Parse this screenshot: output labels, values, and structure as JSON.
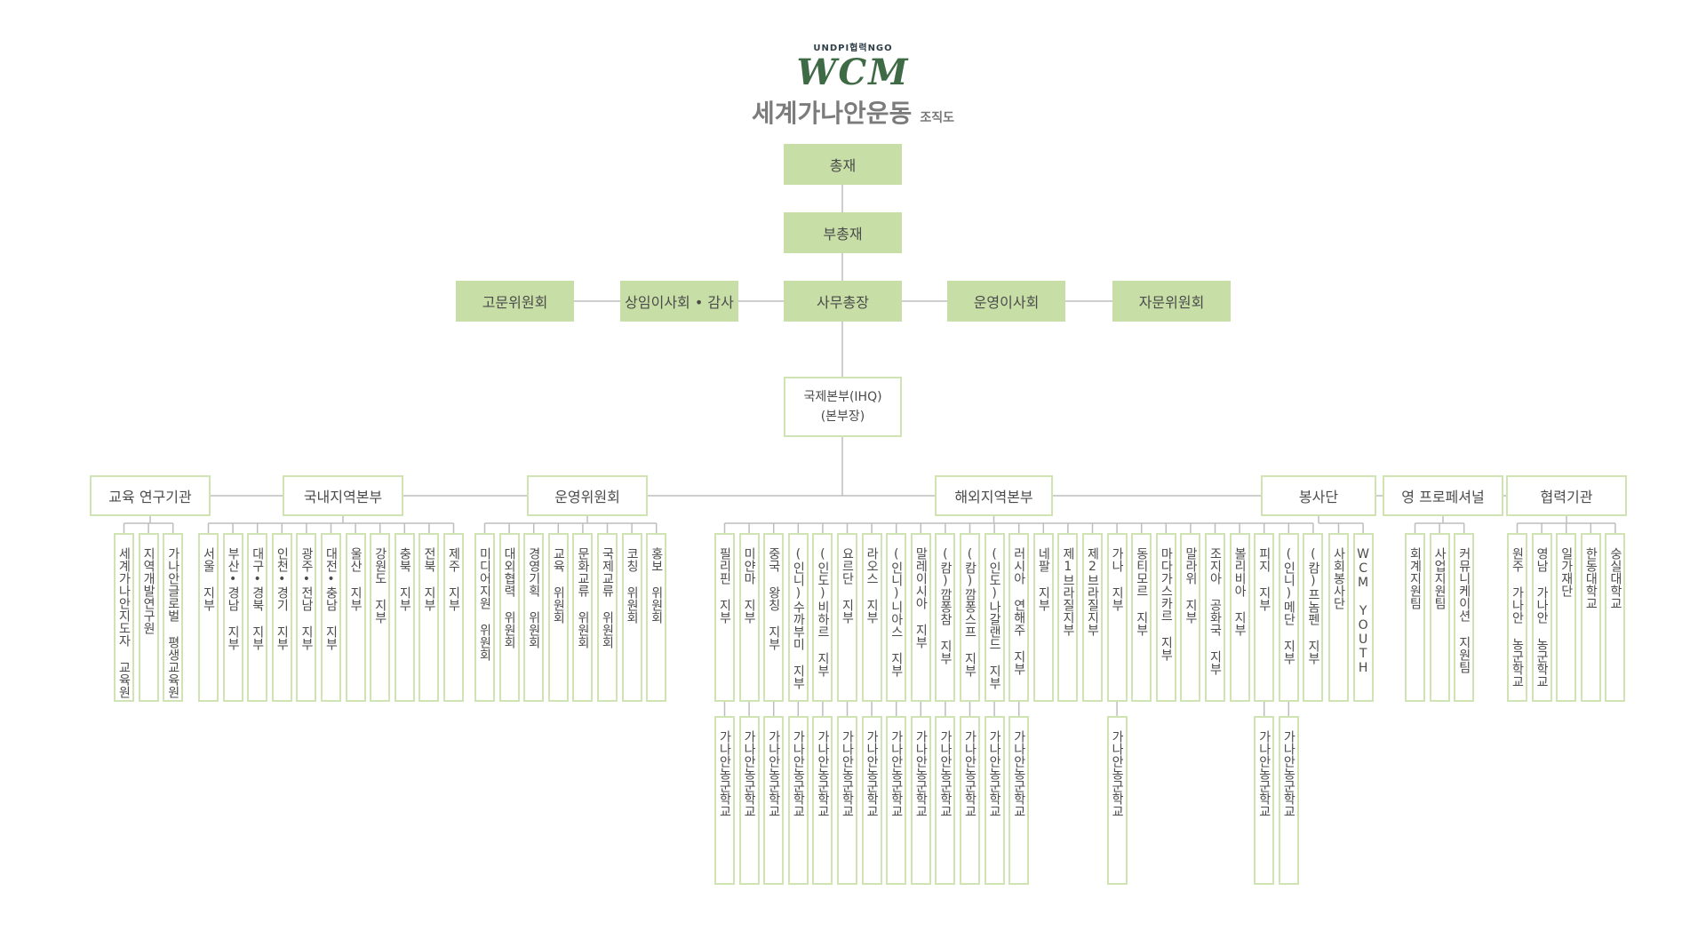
{
  "header": {
    "logo_top": "UNDPI협력NGO",
    "logo_main": "WCM",
    "title": "세계가나안운동",
    "subtitle": "조직도"
  },
  "top": {
    "chairman": "총재",
    "vice_chairman": "부총재",
    "secretary_general": "사무총장",
    "advisory_committee": "고문위원회",
    "standing_board": "상임이사회 • 감사",
    "operating_board": "운영이사회",
    "consulting_committee": "자문위원회",
    "ihq_line1": "국제본부(IHQ)",
    "ihq_line2": "(본부장)"
  },
  "groups": [
    {
      "label": "교육 연구기관",
      "children": [
        "세계가나안지도자 교육원",
        "지역개발연구원",
        "가나안글로벌 평생교육원"
      ]
    },
    {
      "label": "국내지역본부",
      "children": [
        "서울 지부",
        "부산•경남 지부",
        "대구•경북 지부",
        "인천•경기 지부",
        "광주•전남 지부",
        "대전•충남 지부",
        "울산 지부",
        "강원도 지부",
        "충북 지부",
        "전북 지부",
        "제주 지부"
      ]
    },
    {
      "label": "운영위원회",
      "children": [
        "미디어지원 위원회",
        "대외협력 위원회",
        "경영기획 위원회",
        "교육 위원회",
        "문화교류 위원회",
        "국제교류 위원회",
        "코칭 위원회",
        "홍보 위원회"
      ]
    },
    {
      "label": "해외지역본부",
      "children": [
        "필리핀 지부",
        "미얀마 지부",
        "중국 왕칭 지부",
        "(인니)수까부미 지부",
        "(인도)비하르 지부",
        "요르단 지부",
        "라오스 지부",
        "(인니)니아스 지부",
        "말레이시아 지부",
        "(캄)깜퐁참 지부",
        "(캄)깜퐁스프 지부",
        "(인도)나갈랜드 지부",
        "러시아 연해주 지부",
        "네팔 지부",
        "제1브라질지부",
        "제2브라질지부",
        "가나 지부",
        "동티모르 지부",
        "마다가스카르 지부",
        "말라위 지부",
        "조지아 공화국 지부",
        "볼리비아 지부",
        "피지 지부",
        "(인니)메단 지부",
        "(캄)프놈펜 지부"
      ]
    },
    {
      "label": "봉사단",
      "children": [
        "사회봉사단",
        "WCM YOUTH"
      ]
    },
    {
      "label": "영 프로페셔널",
      "children": [
        "회계지원팀",
        "사업지원팀",
        "커뮤니케이션 지원팀"
      ]
    },
    {
      "label": "협력기관",
      "children": [
        "원주 가나안 농군학교",
        "영남 가나안 농군학교",
        "일가재단",
        "한동대학교",
        "숭실대학교"
      ]
    }
  ],
  "school_label": "가나안농군학교",
  "school_count": 16,
  "colors": {
    "fill": "#c7dfa6",
    "border": "#cfe3b3",
    "line": "#bdbdbd",
    "text": "#4b4b4b"
  }
}
